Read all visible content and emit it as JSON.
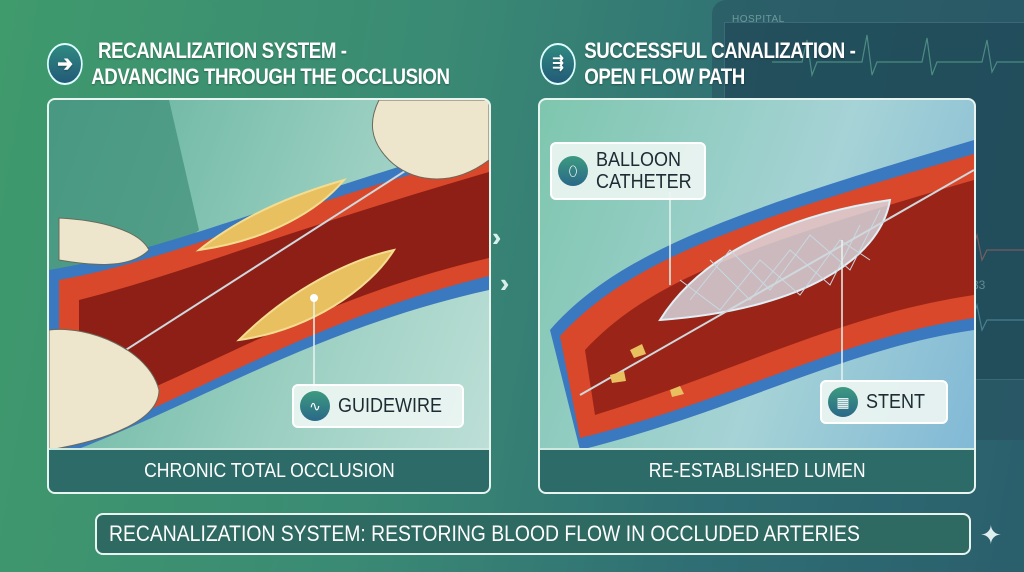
{
  "monitor": {
    "label": "HOSPITAL",
    "reading": "33"
  },
  "left_panel": {
    "header": {
      "line1": "RECANALIZATION SYSTEM -",
      "line2": "ADVANCING THROUGH THE OCCLUSION",
      "icon": "arrow-right-icon"
    },
    "callout": {
      "label": "GUIDEWIRE",
      "icon": "guidewire-icon"
    },
    "caption": "CHRONIC TOTAL OCCLUSION"
  },
  "right_panel": {
    "header": {
      "line1": "SUCCESSFUL CANALIZATION -",
      "line2": "OPEN FLOW PATH",
      "icon": "flow-arrows-icon"
    },
    "callouts": [
      {
        "label_line1": "BALLOON",
        "label_line2": "CATHETER",
        "icon": "balloon-icon"
      },
      {
        "label": "STENT",
        "icon": "stent-icon"
      }
    ],
    "caption": "RE-ESTABLISHED LUMEN"
  },
  "transition": {
    "icon": "double-chevron-right-icon"
  },
  "banner": "RECANALIZATION SYSTEM: RESTORING BLOOD FLOW IN OCCLUDED ARTERIES",
  "colors": {
    "vessel_wall": "#d9482a",
    "vessel_outer": "#3d7fc0",
    "plaque": "#e8c060",
    "caption_bg": "#2d6b68"
  }
}
